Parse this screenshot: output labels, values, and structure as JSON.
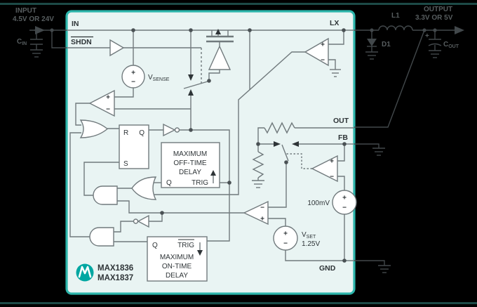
{
  "diagram": {
    "title_parts": {
      "part1": "MAX1836",
      "part2": "MAX1837"
    },
    "outside": {
      "input_line1": "INPUT",
      "input_line2": "4.5V OR 24V",
      "output_line1": "OUTPUT",
      "output_line2": "3.3V OR 5V",
      "cin_main": "C",
      "cin_sub": "IN",
      "cout_main": "C",
      "cout_sub": "OUT",
      "cout_plus": "+",
      "l1": "L1",
      "d1": "D1"
    },
    "pins": {
      "in": "IN",
      "shdn": "SHDN",
      "lx": "LX",
      "out": "OUT",
      "fb": "FB",
      "gnd": "GND"
    },
    "sources": {
      "vsense_main": "V",
      "vsense_sub": "SENSE",
      "vset_main": "V",
      "vset_sub": "SET",
      "vset_value": "1.25V",
      "ref_100mv": "100mV"
    },
    "flip_flop": {
      "r": "R",
      "s": "S",
      "q": "Q"
    },
    "off_time_block": {
      "line1": "MAXIMUM",
      "line2": "OFF-TIME",
      "line3": "DELAY",
      "q": "Q",
      "trig": "TRIG"
    },
    "on_time_block": {
      "line1": "MAXIMUM",
      "line2": "ON-TIME",
      "line3": "DELAY",
      "q": "Q",
      "trig": "TRIG"
    },
    "signs": {
      "plus": "+",
      "minus": "−"
    },
    "colors": {
      "background": "#000000",
      "frame_line": "#1D4A47",
      "ic_border": "#2CB5AB",
      "ic_fill": "#E9F4F3",
      "inner_wire": "#717A7D",
      "outer_wire": "#42484B",
      "text": "#2E3437",
      "logo_teal": "#00A7A2"
    }
  }
}
